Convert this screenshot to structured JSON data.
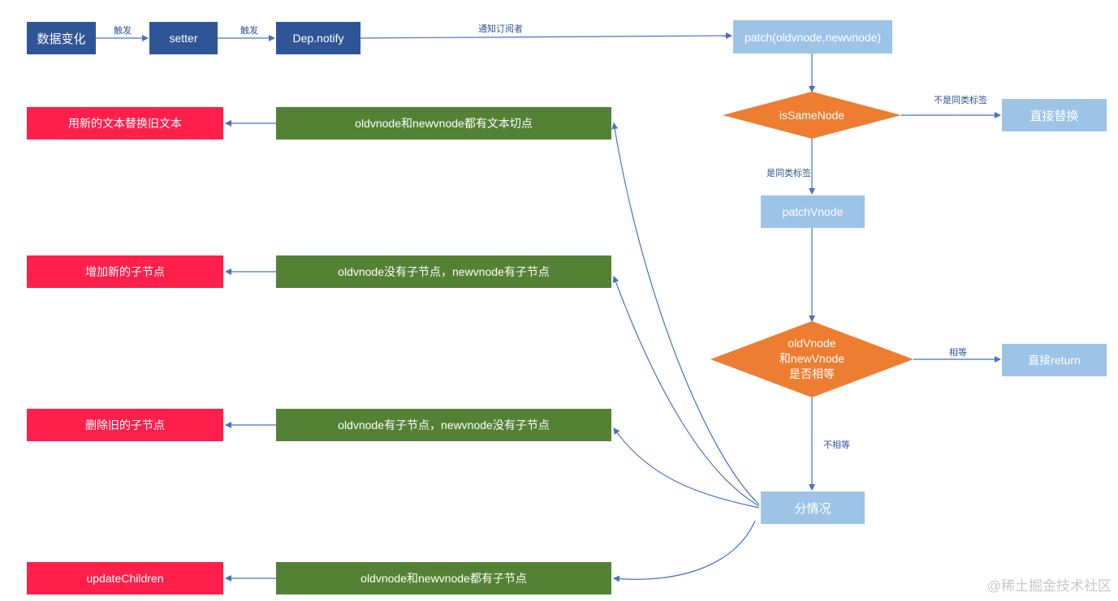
{
  "top_flow": {
    "data_change": "数据变化",
    "setter": "setter",
    "dep_notify": "Dep.notify",
    "trigger_label_1": "触发",
    "trigger_label_2": "触发",
    "notify_label": "通知订阅者"
  },
  "right_flow": {
    "patch": "patch(oldvnode,newvnode)",
    "is_same_node": "isSameNode",
    "not_same_label": "不是同类标签",
    "replace_directly": "直接替换",
    "same_label": "是同类标签",
    "patch_vnode": "patchVnode",
    "equal_decision_line1": "oldVnode",
    "equal_decision_line2": "和newVnode",
    "equal_decision_line3": "是否相等",
    "equal_label": "相等",
    "return_directly": "直接return",
    "not_equal_label": "不相等",
    "cases": "分情况"
  },
  "cases": [
    {
      "condition": "oldvnode和newvnode都有文本切点",
      "action": "用新的文本替换旧文本"
    },
    {
      "condition": "oldvnode没有子节点，newvnode有子节点",
      "action": "增加新的子节点"
    },
    {
      "condition": "oldvnode有子节点，newvnode没有子节点",
      "action": "删除旧的子节点"
    },
    {
      "condition": "oldvnode和newvnode都有子节点",
      "action": "updateChildren"
    }
  ],
  "watermark": "@稀土掘金技术社区",
  "colors": {
    "navy": "#2F5597",
    "light_blue": "#9DC3E6",
    "green": "#548235",
    "red": "#FF1F4B",
    "orange": "#ED7D31",
    "connector": "#4472C4"
  }
}
